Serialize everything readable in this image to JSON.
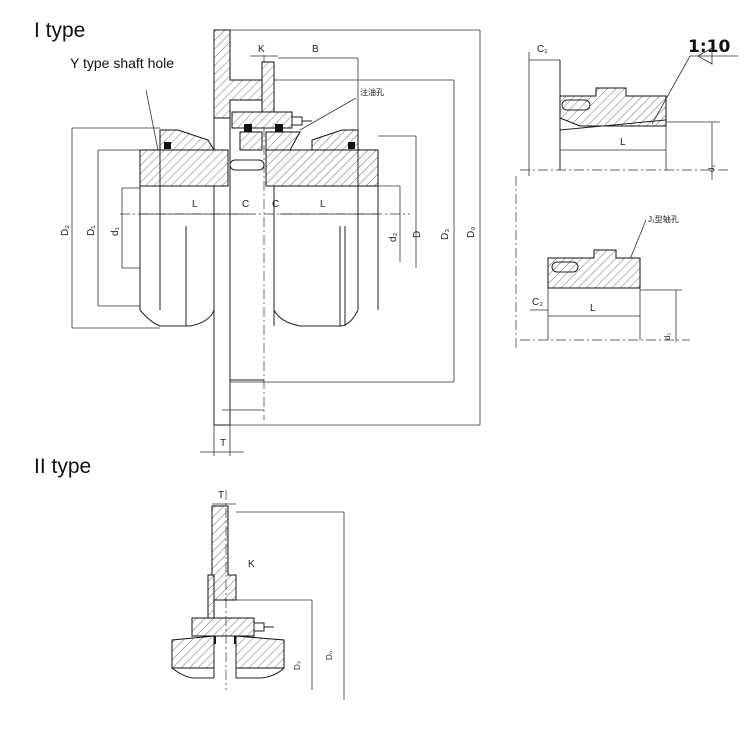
{
  "titles": {
    "type1": "I type",
    "type2": "II type"
  },
  "notes": {
    "shaft_hole": "Y type shaft hole",
    "oil_hole": "注油孔",
    "j1_hole": "J₁型轴孔",
    "taper_ratio": "1:10"
  },
  "dims": {
    "K": "K",
    "B": "B",
    "L": "L",
    "C": "C",
    "T": "T",
    "C1": "C₁",
    "C2": "C₂",
    "D": "D",
    "D1": "D₁",
    "D2": "D₂",
    "d1": "d₁",
    "d2": "d₂",
    "D3": "D₃",
    "D0": "D₀",
    "dz": "d₂"
  }
}
